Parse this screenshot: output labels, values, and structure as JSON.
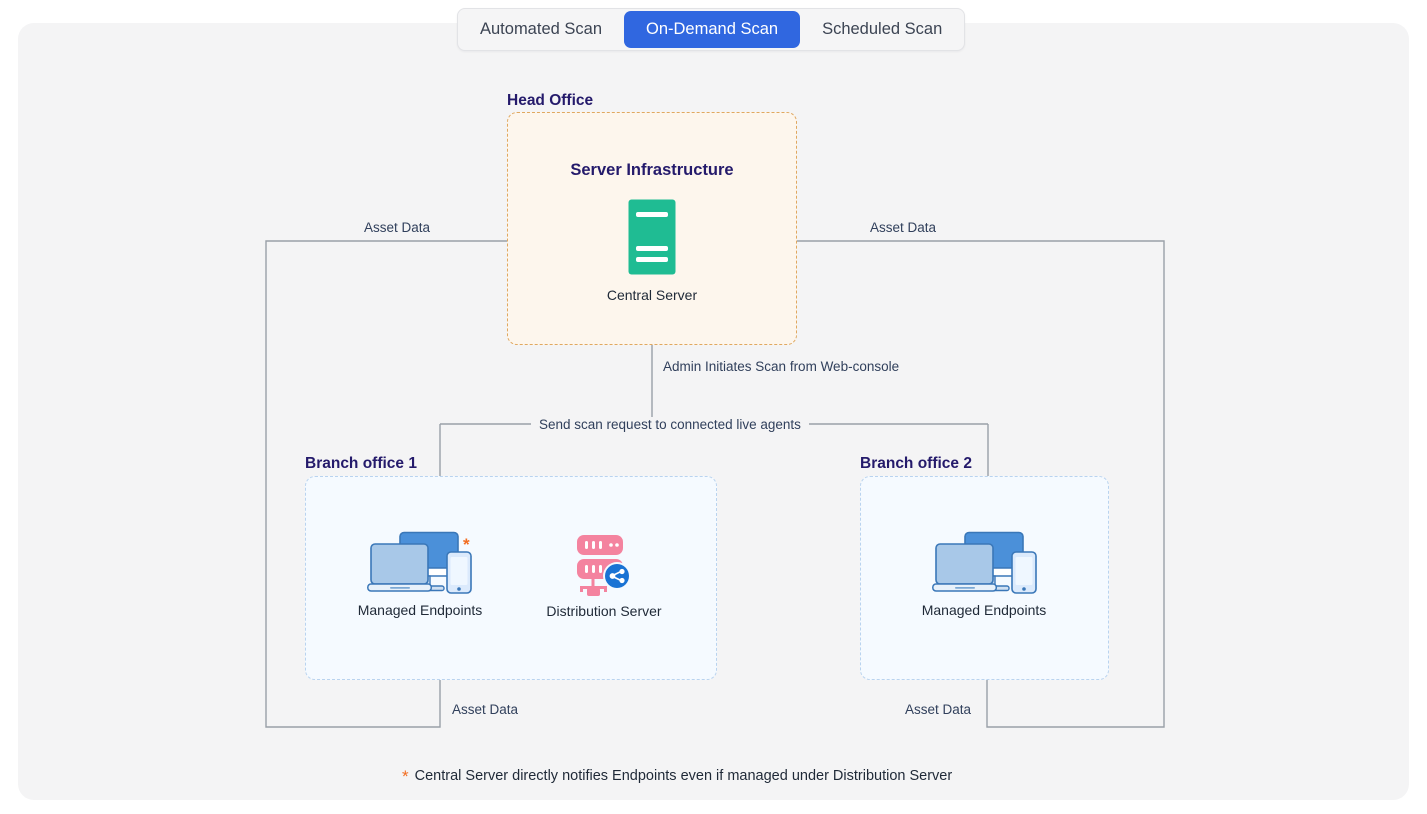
{
  "tabs": [
    {
      "label": "Automated Scan",
      "active": false
    },
    {
      "label": "On-Demand Scan",
      "active": true
    },
    {
      "label": "Scheduled Scan",
      "active": false
    }
  ],
  "zones": {
    "head_office": {
      "title": "Head Office",
      "inner_title": "Server Infrastructure"
    },
    "branch_office_1": {
      "title": "Branch office 1"
    },
    "branch_office_2": {
      "title": "Branch office 2"
    }
  },
  "nodes": {
    "central_server": {
      "label": "Central Server",
      "icon": "server-rack-icon",
      "color": "#1fbc93"
    },
    "managed_endpoints_1": {
      "label": "Managed Endpoints",
      "icon": "devices-icon",
      "marker": "*"
    },
    "distribution_server": {
      "label": "Distribution Server",
      "icon": "distribution-server-icon",
      "color": "#f4839f"
    },
    "managed_endpoints_2": {
      "label": "Managed Endpoints",
      "icon": "devices-icon"
    }
  },
  "edges": {
    "asset_data_left": "Asset Data",
    "asset_data_right": "Asset Data",
    "asset_data_branch1": "Asset Data",
    "asset_data_branch2": "Asset Data",
    "admin_initiates": "Admin Initiates Scan from Web-console",
    "send_scan_request": "Send scan request to connected live agents"
  },
  "footnote": {
    "marker": "*",
    "text": "Central Server directly notifies Endpoints even if managed under Distribution Server"
  },
  "colors": {
    "accent_blue": "#3067e0",
    "server_teal": "#1fbc93",
    "distribution_pink": "#f4839f",
    "marker_orange": "#f26d21",
    "heading_navy": "#241a6b",
    "head_office_border": "#e0a860",
    "branch_border": "#b9d3ef"
  }
}
